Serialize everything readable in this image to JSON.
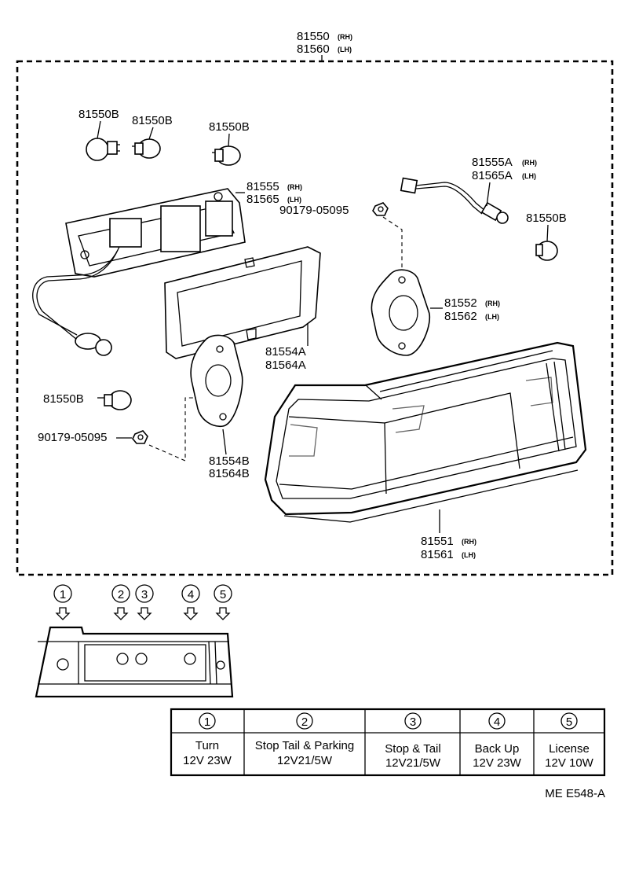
{
  "assembly": {
    "rh": "81550",
    "rh_side": "(RH)",
    "lh": "81560",
    "lh_side": "(LH)"
  },
  "parts": {
    "bulb_b": "81550B",
    "socket_rh": "81555",
    "socket_lh": "81565",
    "side_rh": "(RH)",
    "side_lh": "(LH)",
    "nut": "90179-05095",
    "socket_a_rh": "81555A",
    "socket_a_lh": "81565A",
    "gasket_rh": "81552",
    "gasket_lh": "81562",
    "gasket_a_1": "81554A",
    "gasket_a_2": "81564A",
    "gasket_b_1": "81554B",
    "gasket_b_2": "81564B",
    "lens_rh": "81551",
    "lens_lh": "81561"
  },
  "positions": {
    "markers": [
      "1",
      "2",
      "3",
      "4",
      "5"
    ]
  },
  "bulb_table": {
    "columns": [
      {
        "num": "1",
        "line1": "Turn",
        "line2": "12V 23W"
      },
      {
        "num": "2",
        "line1": "Stop Tail & Parking",
        "line2": "12V21/5W"
      },
      {
        "num": "3",
        "line1": "Stop & Tail",
        "line2": "12V21/5W"
      },
      {
        "num": "4",
        "line1": "Back Up",
        "line2": "12V 23W"
      },
      {
        "num": "5",
        "line1": "License",
        "line2": "12V 10W"
      }
    ]
  },
  "ref_code": "ME E548-A"
}
